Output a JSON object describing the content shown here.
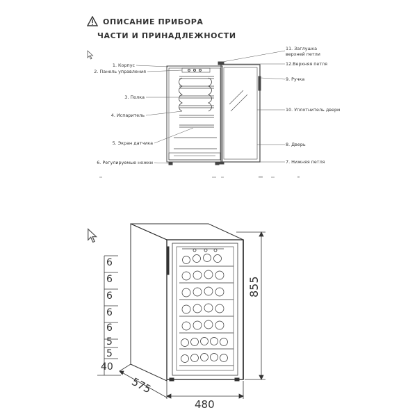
{
  "header": {
    "title": "ОПИСАНИЕ ПРИБОРА",
    "subtitle": "ЧАСТИ И ПРИНАДЛЕЖНОСТИ"
  },
  "parts_left": [
    "1. Корпус",
    "2. Панель управления",
    "3. Полка",
    "4. Испаритель",
    "5. Экран датчика",
    "6. Регулируемые ножки"
  ],
  "parts_right": [
    "11. Заглушка",
    "верхней петли",
    "12.Верхняя петля",
    "9. Ручка",
    "10. Уплотнитель двери",
    "8. Дверь",
    "7. Нижняя петля"
  ],
  "dimensions": {
    "height": "855",
    "width": "480",
    "depth": "575",
    "base": "40"
  },
  "shelf_capacities": [
    "6",
    "6",
    "6",
    "6",
    "6",
    "5",
    "5"
  ],
  "icons": [
    "warning-icon",
    "cursor-icon"
  ]
}
